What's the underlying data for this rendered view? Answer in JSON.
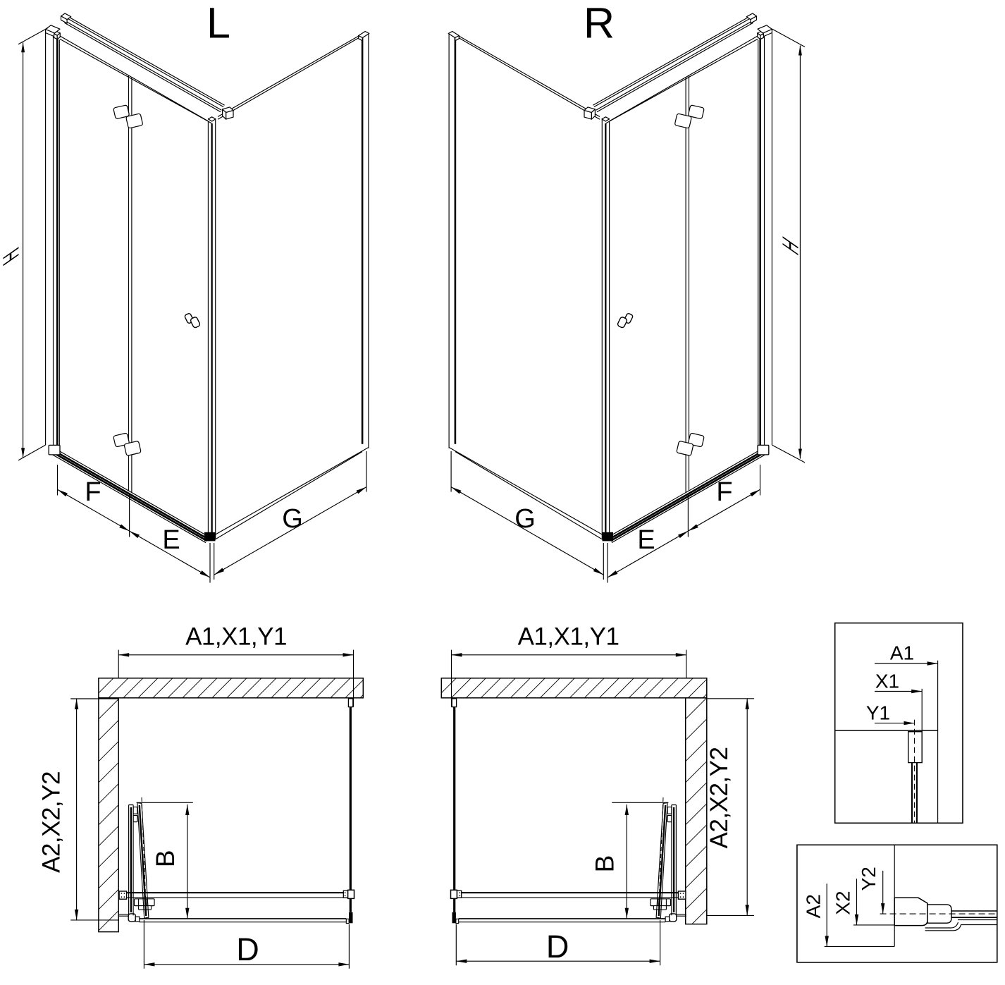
{
  "diagram": {
    "type": "technical line drawing",
    "subject": "corner shower enclosure with bi-fold door, left (L) and right (R) versions, with plan views and profile detail views",
    "background": "#ffffff",
    "line_color": "#000000"
  },
  "iso_views": {
    "left": {
      "variant_label": "L",
      "height_dim": "H",
      "fixed_leaf_dim": "F",
      "folding_leaf_dim": "E",
      "side_panel_dim": "G"
    },
    "right": {
      "variant_label": "R",
      "height_dim": "H",
      "fixed_leaf_dim": "F",
      "folding_leaf_dim": "E",
      "side_panel_dim": "G"
    }
  },
  "plan_views": {
    "left": {
      "width_dim": "A1,X1,Y1",
      "depth_dim": "A2,X2,Y2",
      "fold_depth_dim": "B",
      "opening_dim": "D"
    },
    "right": {
      "width_dim": "A1,X1,Y1",
      "depth_dim": "A2,X2,Y2",
      "fold_depth_dim": "B",
      "opening_dim": "D"
    }
  },
  "detail_views": {
    "wall_profile": {
      "dim_a": "A1",
      "dim_x": "X1",
      "dim_y": "Y1"
    },
    "bottom_profile": {
      "dim_a": "A2",
      "dim_x": "X2",
      "dim_y": "Y2"
    }
  }
}
